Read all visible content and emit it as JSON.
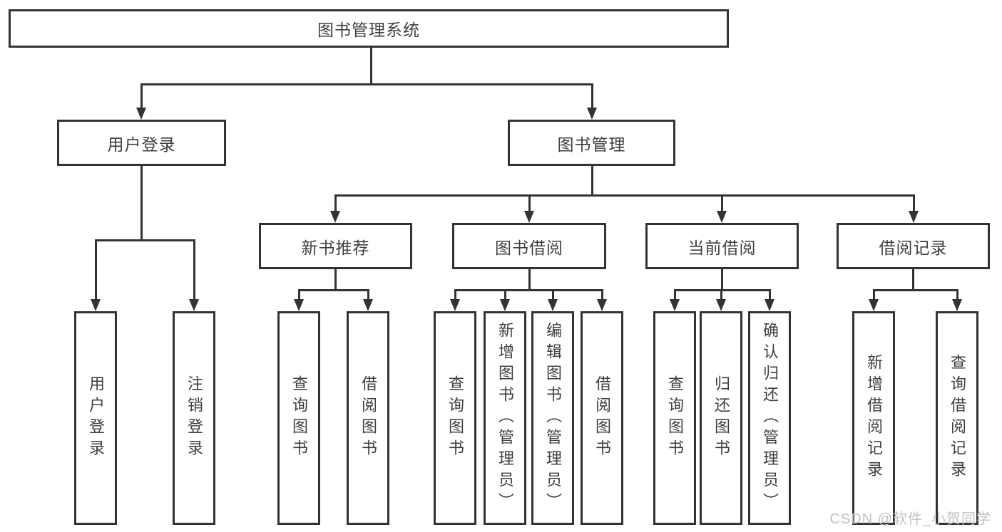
{
  "diagram_title": "图书管理系统",
  "nodes": {
    "root": "图书管理系统",
    "userLogin": "用户登录",
    "bookMgmt": "图书管理",
    "newBookRec": "新书推荐",
    "bookBorrow": "图书借阅",
    "currentBorrow": "当前借阅",
    "borrowRecord": "借阅记录",
    "leafUserLogin": "用户登录",
    "leafLogout": "注销登录",
    "leafQueryBook1": "查询图书",
    "leafBorrowBook1": "借阅图书",
    "leafQueryBook2": "查询图书",
    "leafAddBookAdmin": "新增图书（管理员）",
    "leafEditBookAdmin": "编辑图书（管理员）",
    "leafBorrowBook2": "借阅图书",
    "leafQueryBook3": "查询图书",
    "leafReturnBook": "归还图书",
    "leafConfirmReturnAdmin": "确认归还（管理员）",
    "leafAddBorrowRecord": "新增借阅记录",
    "leafQueryBorrowRecord": "查询借阅记录"
  },
  "edges": [
    {
      "from": "root",
      "to": [
        "userLogin",
        "bookMgmt"
      ]
    },
    {
      "from": "userLogin",
      "to": [
        "leafUserLogin",
        "leafLogout"
      ]
    },
    {
      "from": "bookMgmt",
      "to": [
        "newBookRec",
        "bookBorrow",
        "currentBorrow",
        "borrowRecord"
      ]
    },
    {
      "from": "newBookRec",
      "to": [
        "leafQueryBook1",
        "leafBorrowBook1"
      ]
    },
    {
      "from": "bookBorrow",
      "to": [
        "leafQueryBook2",
        "leafAddBookAdmin",
        "leafEditBookAdmin",
        "leafBorrowBook2"
      ]
    },
    {
      "from": "currentBorrow",
      "to": [
        "leafQueryBook3",
        "leafReturnBook",
        "leafConfirmReturnAdmin"
      ]
    },
    {
      "from": "borrowRecord",
      "to": [
        "leafAddBorrowRecord",
        "leafQueryBorrowRecord"
      ]
    }
  ],
  "watermark": "CSDN @软件_小贺同学",
  "colors": {
    "line": "#333333",
    "text": "#3f3f3f",
    "watermark": "#c2c2c2",
    "background": "#ffffff"
  }
}
